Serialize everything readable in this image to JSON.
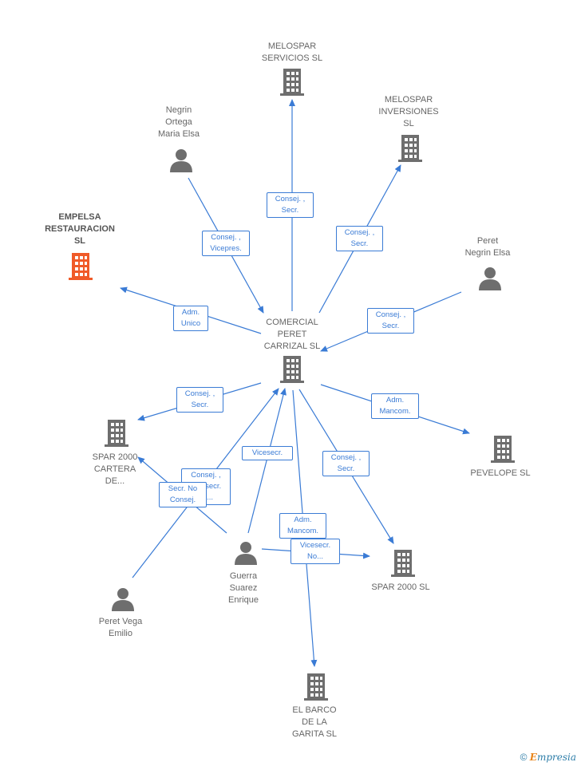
{
  "colors": {
    "edge": "#3a7bd5",
    "company": "#6e6e6e",
    "highlight": "#f05a28",
    "person": "#6e6e6e"
  },
  "nodes": [
    {
      "id": "center",
      "type": "company",
      "label": "COMERCIAL\nPERET\nCARRIZAL SL",
      "icon": "building-icon"
    },
    {
      "id": "melospar_serv",
      "type": "company",
      "label": "MELOSPAR\nSERVICIOS SL",
      "icon": "building-icon"
    },
    {
      "id": "melospar_inv",
      "type": "company",
      "label": "MELOSPAR\nINVERSIONES\nSL",
      "icon": "building-icon"
    },
    {
      "id": "negrin_ortega",
      "type": "person",
      "label": "Negrin\nOrtega\nMaria Elsa",
      "icon": "person-icon"
    },
    {
      "id": "empelsa",
      "type": "company",
      "highlight": true,
      "label": "EMPELSA\nRESTAURACION\nSL",
      "icon": "building-icon"
    },
    {
      "id": "peret_negrin",
      "type": "person",
      "label": "Peret\nNegrin Elsa",
      "icon": "person-icon"
    },
    {
      "id": "spar_cartera",
      "type": "company",
      "label": "SPAR 2000\nCARTERA\nDE...",
      "icon": "building-icon"
    },
    {
      "id": "pevelope",
      "type": "company",
      "label": "PEVELOPE SL",
      "icon": "building-icon"
    },
    {
      "id": "guerra",
      "type": "person",
      "label": "Guerra\nSuarez\nEnrique",
      "icon": "person-icon"
    },
    {
      "id": "spar2000",
      "type": "company",
      "label": "SPAR 2000 SL",
      "icon": "building-icon"
    },
    {
      "id": "peret_vega",
      "type": "person",
      "label": "Peret Vega\nEmilio",
      "icon": "person-icon"
    },
    {
      "id": "el_barco",
      "type": "company",
      "label": "EL BARCO\nDE LA\nGARITA SL",
      "icon": "building-icon"
    }
  ],
  "edges": [
    {
      "from": "center",
      "to": "melospar_serv",
      "label": "Consej. ,\nSecr."
    },
    {
      "from": "center",
      "to": "melospar_inv",
      "label": "Consej. ,\nSecr."
    },
    {
      "from": "negrin_ortega",
      "to": "center",
      "label": "Consej. ,\nVicepres."
    },
    {
      "from": "center",
      "to": "empelsa",
      "label": "Adm.\nUnico"
    },
    {
      "from": "peret_negrin",
      "to": "center",
      "label": "Consej. ,\nSecr."
    },
    {
      "from": "center",
      "to": "spar_cartera",
      "label": "Consej. ,\nSecr."
    },
    {
      "from": "center",
      "to": "pevelope",
      "label": "Adm.\nMancom."
    },
    {
      "from": "guerra",
      "to": "center",
      "label": "Vicesecr."
    },
    {
      "from": "guerra",
      "to": "spar_cartera",
      "label": "Consej. ,\nVicesecr. ej...."
    },
    {
      "from": "peret_vega",
      "to": "center",
      "label": "Secr. No\nConsej."
    },
    {
      "from": "center",
      "to": "spar2000",
      "label": "Consej. ,\nSecr."
    },
    {
      "from": "center",
      "to": "el_barco",
      "label": "Adm.\nMancom."
    },
    {
      "from": "guerra",
      "to": "spar2000",
      "label": "Vicesecr.\nNo..."
    }
  ],
  "footer": {
    "copyright": "©",
    "brand_first": "E",
    "brand_rest": "mpresia"
  }
}
